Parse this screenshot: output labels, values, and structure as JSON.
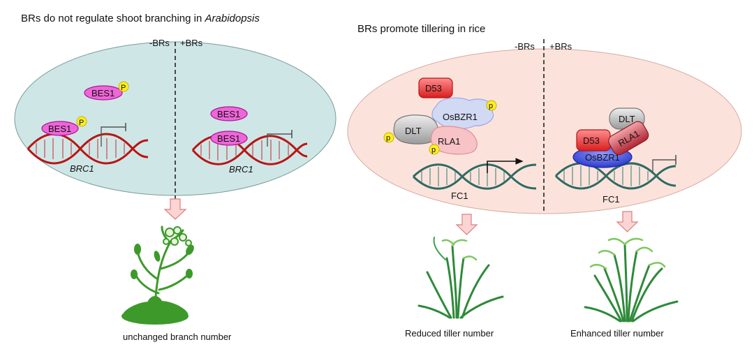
{
  "left_panel": {
    "title_plain": "BRs do not regulate shoot branching in ",
    "title_italic": "Arabidopsis",
    "minus_label": "-BRs",
    "plus_label": "+BRs",
    "bes1_label": "BES1",
    "phospho_label": "P",
    "gene_label": "BRC1",
    "caption": "unchanged branch number",
    "colors": {
      "ellipse": "#cfe6e6",
      "bes1": "#ee66d8",
      "dna": "#b81515"
    }
  },
  "right_panel": {
    "title": "BRs promote tillering in rice",
    "minus_label": "-BRs",
    "plus_label": "+BRs",
    "d53_label": "D53",
    "osbzr1_label": "OsBZR1",
    "dlt_label": "DLT",
    "rla1_label": "RLA1",
    "phospho_label": "p",
    "gene_label": "FC1",
    "caption_left": "Reduced tiller number",
    "caption_right": "Enhanced tiller number",
    "colors": {
      "ellipse": "#fbe3dc",
      "d53": "#e63b3b",
      "osbzr1": "#2f3fd6",
      "dna": "#2f6a63"
    }
  }
}
